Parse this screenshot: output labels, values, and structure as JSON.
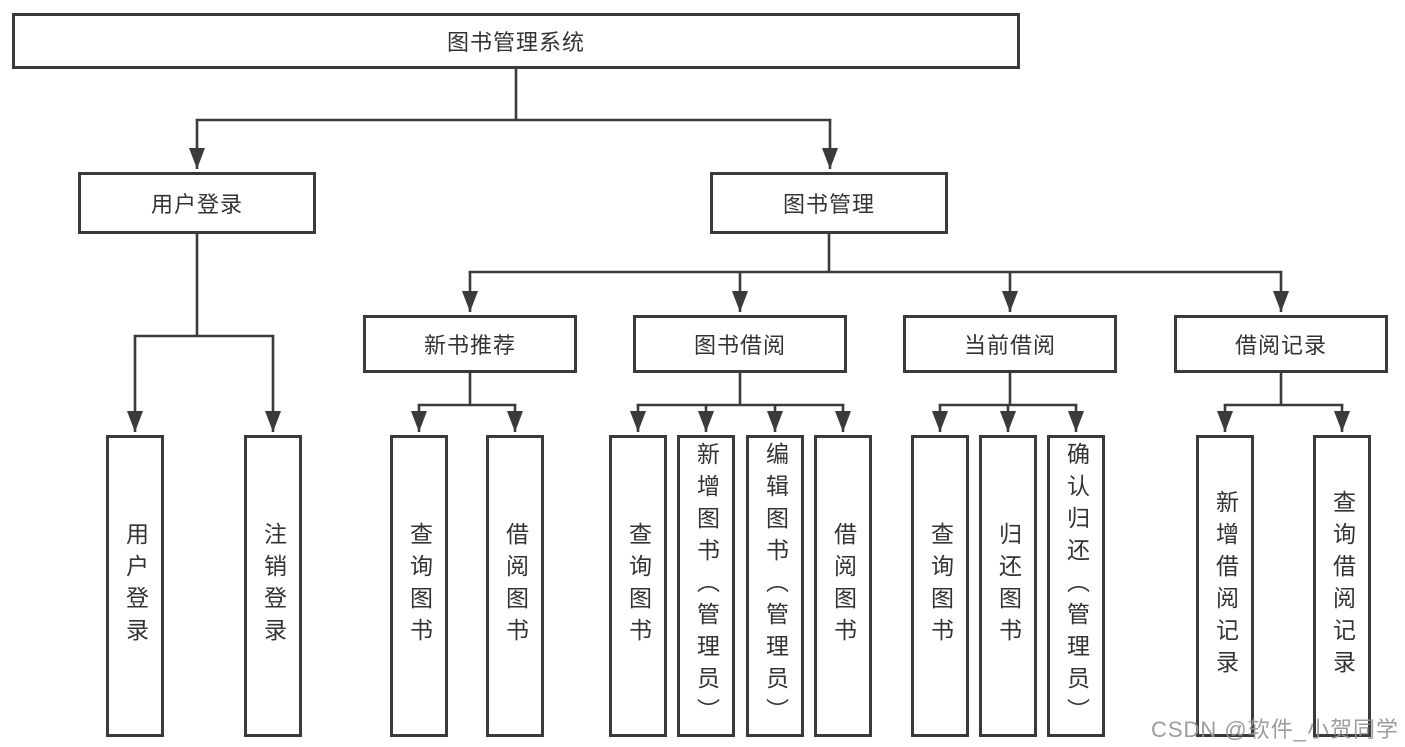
{
  "title": "图书管理系统",
  "level2": [
    "用户登录",
    "图书管理"
  ],
  "level3": [
    "新书推荐",
    "图书借阅",
    "当前借阅",
    "借阅记录"
  ],
  "leaves": {
    "user_login": [
      "用户登录",
      "注销登录"
    ],
    "new_book_recommend": [
      "查询图书",
      "借阅图书"
    ],
    "book_borrow": [
      "查询图书",
      "新增图书（管理员）",
      "编辑图书（管理员）",
      "借阅图书"
    ],
    "current_borrow": [
      "查询图书",
      "归还图书",
      "确认归还（管理员）"
    ],
    "borrow_records": [
      "新增借阅记录",
      "查询借阅记录"
    ]
  },
  "watermark": "CSDN @软件_小贺同学",
  "colors": {
    "line": "#3b3b3b",
    "box_border": "#3a3a3a",
    "text": "#333333",
    "watermark": "#949494"
  }
}
